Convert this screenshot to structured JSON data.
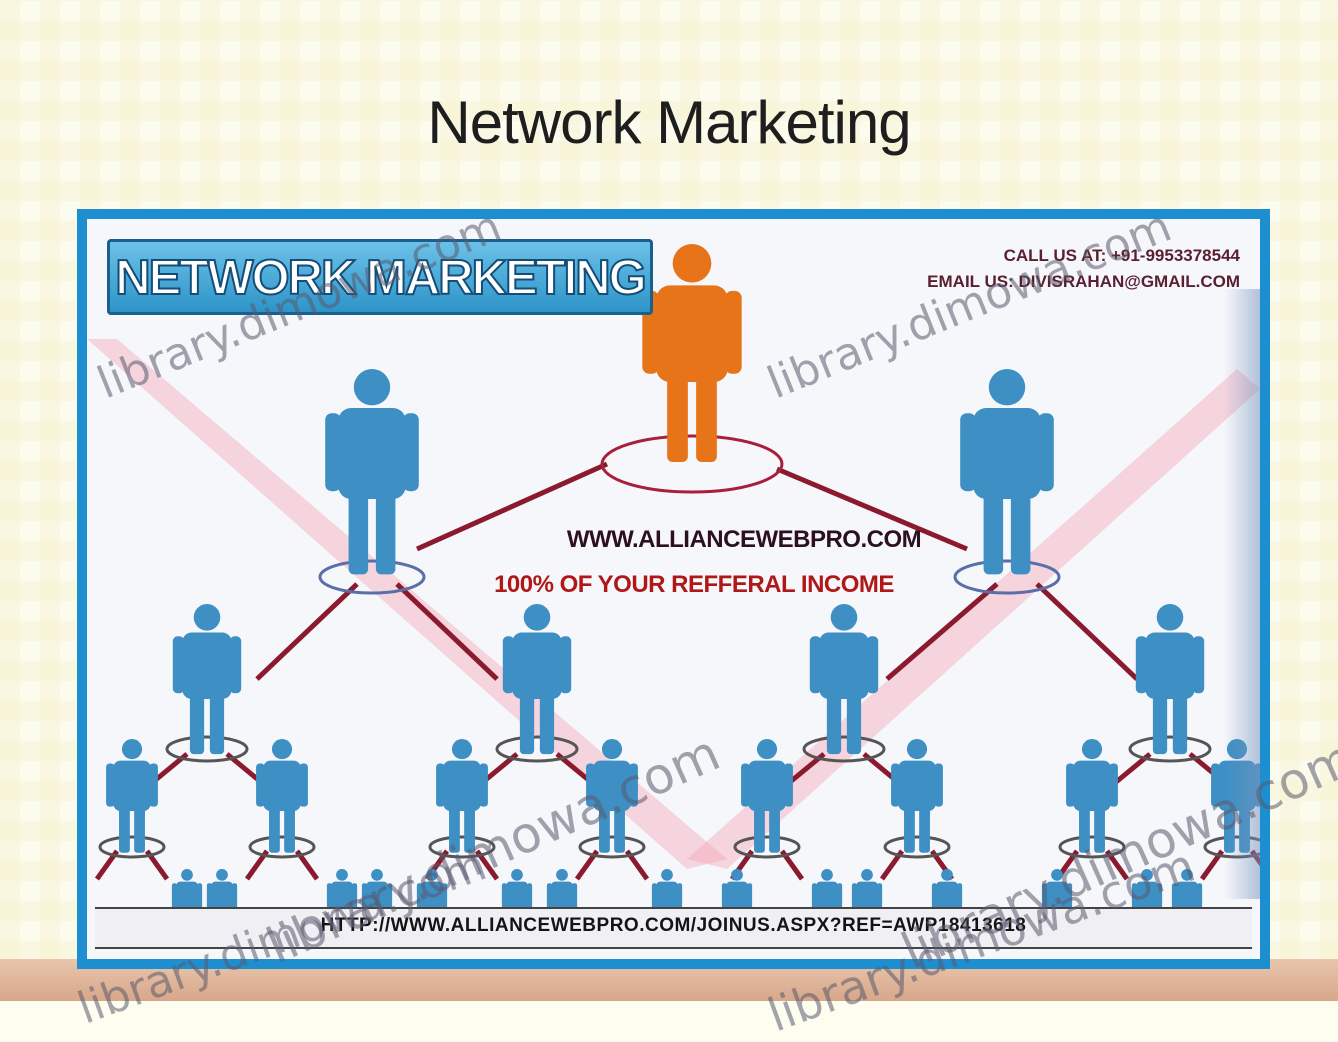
{
  "slide": {
    "title": "Network Marketing"
  },
  "poster": {
    "banner": "NETWORK MARKETING",
    "call_line": "CALL US AT: +91-9953378544",
    "email_line": "EMAIL US: DIVISRAHAN@GMAIL.COM",
    "website": "WWW.ALLIANCEWEBPRO.COM",
    "income": "100% OF YOUR REFFERAL INCOME",
    "join_url": "HTTP://WWW.ALLIANCEWEBPRO.COM/JOINUS.ASPX?REF=AWP18413618"
  },
  "watermark": {
    "text1": "library.dimowa.com",
    "text2": "library.dimowa.com",
    "text3": "library.dimowa.com",
    "text4": "library.dimowa.com",
    "text5": "library.dimowa.com",
    "text6": "library.dimowa.com"
  },
  "colors": {
    "frame": "#1d8fd0",
    "person_top": "#e8741a",
    "person_member": "#3d8fc4",
    "link_line": "#8b1a2e",
    "highlight": "#f3a8b8"
  },
  "icons": {
    "top_person": "person-icon",
    "member": "person-icon"
  }
}
